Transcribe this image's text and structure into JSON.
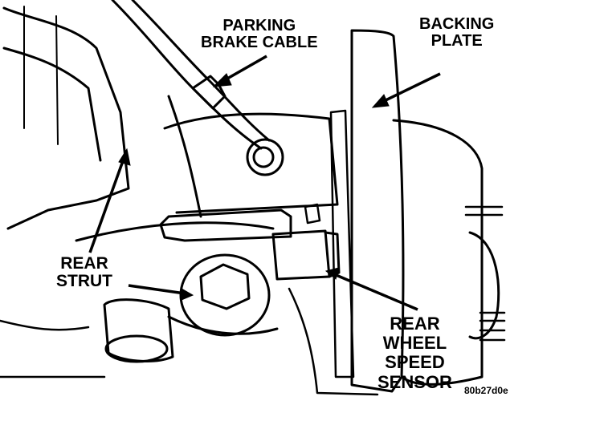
{
  "labels": {
    "parking_brake_cable": [
      "PARKING",
      "BRAKE CABLE"
    ],
    "backing_plate": [
      "BACKING",
      "PLATE"
    ],
    "rear_strut": [
      "REAR",
      "STRUT"
    ],
    "rear_wheel_speed_sensor": [
      "REAR",
      "WHEEL",
      "SPEED",
      "SENSOR"
    ]
  },
  "figure_code": "80b27d0e"
}
